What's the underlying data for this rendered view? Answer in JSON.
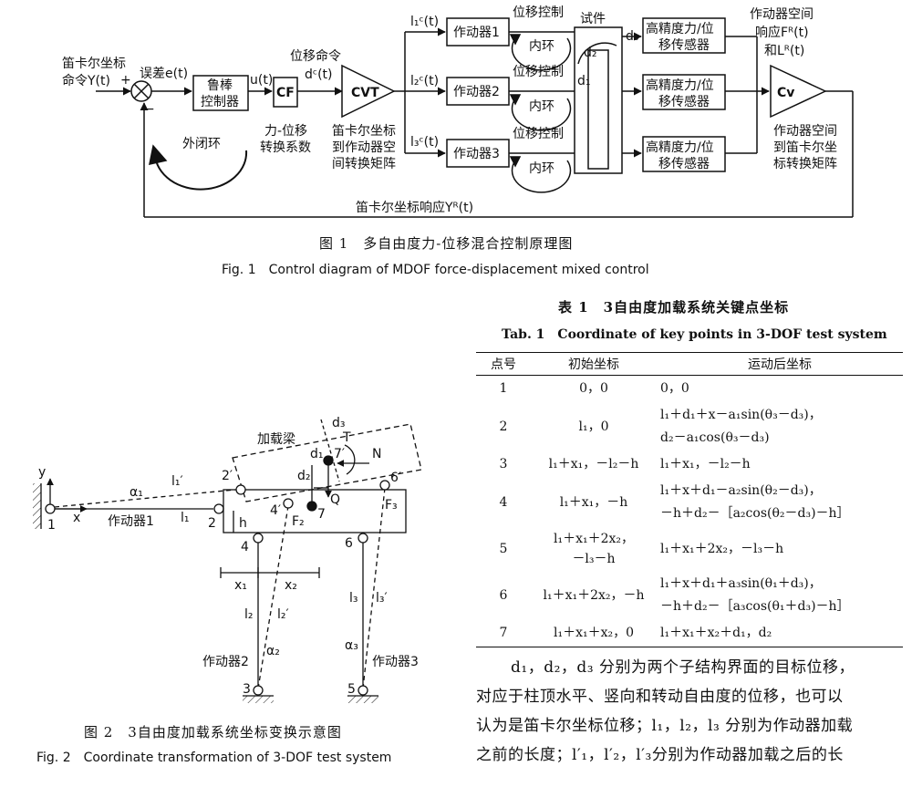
{
  "fig1": {
    "caption_cn": "图 1　多自由度力-位移混合控制原理图",
    "caption_en": "Fig. 1　Control diagram of MDOF force-displacement mixed control",
    "labels": {
      "cmd_in_1": "笛卡尔坐标",
      "cmd_in_2": "命令Y(t)",
      "plus": "+",
      "minus": "−",
      "error": "误差e(t)",
      "robust_1": "鲁棒",
      "robust_2": "控制器",
      "u": "u(t)",
      "cf": "CF",
      "disp_cmd_1": "位移命令",
      "disp_cmd_2": "dᶜ(t)",
      "cvt": "CVT",
      "cvt_desc_1": "笛卡尔坐标",
      "cvt_desc_2": "到作动器空",
      "cvt_desc_3": "间转换矩阵",
      "outer_loop": "外闭环",
      "fd_coef_1": "力-位移",
      "fd_coef_2": "转换系数",
      "l1c": "l₁ᶜ(t)",
      "l2c": "l₂ᶜ(t)",
      "l3c": "l₃ᶜ(t)",
      "act1": "作动器1",
      "act2": "作动器2",
      "act3": "作动器3",
      "disp_ctrl": "位移控制",
      "inner_loop": "内环",
      "specimen": "试件",
      "d1": "d₁",
      "d2": "d₂",
      "d3": "d₃",
      "sensor_1": "高精度力/位",
      "sensor_2": "移传感器",
      "sensor_alt_1": "高精度力/位",
      "sensor_alt_2": "移传感器",
      "resp_1": "作动器空间",
      "resp_2": "响应Fᴿ(t)",
      "resp_3": "和Lᴿ(t)",
      "cv": "Cv",
      "cv_desc_1": "作动器空间",
      "cv_desc_2": "到笛卡尔坐",
      "cv_desc_3": "标转换矩阵",
      "feedback": "笛卡尔坐标响应Yᴿ(t)"
    }
  },
  "fig2": {
    "caption_cn": "图 2　3自由度加载系统坐标变换示意图",
    "caption_en": "Fig. 2　Coordinate transformation of 3-DOF test system",
    "labels": {
      "y": "y",
      "x": "x",
      "alpha1": "α₁",
      "l1p": "l₁′",
      "beam": "加载梁",
      "act1": "作动器1",
      "l1": "l₁",
      "p1": "1",
      "p2": "2",
      "p2p": "2′",
      "h": "h",
      "p4p": "4′",
      "F2": "F₂",
      "p7": "7",
      "Q": "Q",
      "p7p": "7′",
      "d1": "d₁",
      "d2": "d₂",
      "d3": "d₃",
      "T": "T",
      "N": "N",
      "p6p": "6′",
      "F3": "F₃",
      "p4": "4",
      "p6": "6",
      "x1": "x₁",
      "x2": "x₂",
      "l2": "l₂",
      "l2p": "l₂′",
      "l3": "l₃",
      "l3p": "l₃′",
      "alpha2": "α₂",
      "alpha3": "α₃",
      "act2": "作动器2",
      "act3": "作动器3",
      "p3": "3",
      "p5": "5"
    }
  },
  "table1": {
    "title_cn": "表 1　3自由度加载系统关键点坐标",
    "title_en": "Tab. 1　Coordinate of key points in 3-DOF test system",
    "headers": [
      "点号",
      "初始坐标",
      "运动后坐标"
    ],
    "rows": [
      {
        "id": "1",
        "init": "0，0",
        "after": [
          "0，0"
        ]
      },
      {
        "id": "2",
        "init": "l₁，0",
        "after": [
          "l₁＋d₁＋x－a₁sin(θ₃－d₃)，",
          "d₂－a₁cos(θ₃－d₃)"
        ]
      },
      {
        "id": "3",
        "init": "l₁＋x₁，－l₂－h",
        "after": [
          "l₁＋x₁，－l₂－h"
        ]
      },
      {
        "id": "4",
        "init": "l₁＋x₁，－h",
        "after": [
          "l₁＋x＋d₁－a₂sin(θ₂－d₃)，",
          "－h＋d₂－［a₂cos(θ₂－d₃)－h］"
        ]
      },
      {
        "id": "5",
        "init": "l₁＋x₁＋2x₂，\n－l₃－h",
        "after": [
          "l₁＋x₁＋2x₂，－l₃－h"
        ]
      },
      {
        "id": "6",
        "init": "l₁＋x₁＋2x₂，－h",
        "after": [
          "l₁＋x＋d₁＋a₃sin(θ₁＋d₃)，",
          "－h＋d₂－［a₃cos(θ₁＋d₃)－h］"
        ]
      },
      {
        "id": "7",
        "init": "l₁＋x₁＋x₂，0",
        "after": [
          "l₁＋x₁＋x₂＋d₁，d₂"
        ]
      }
    ]
  },
  "paragraph": [
    "d₁，d₂，d₃ 分别为两个子结构界面的目标位移，",
    "对应于柱顶水平、竖向和转动自由度的位移，也可以",
    "认为是笛卡尔坐标位移；l₁，l₂，l₃ 分别为作动器加载",
    "之前的长度；l′₁，l′₂，l′₃分别为作动器加载之后的长"
  ]
}
